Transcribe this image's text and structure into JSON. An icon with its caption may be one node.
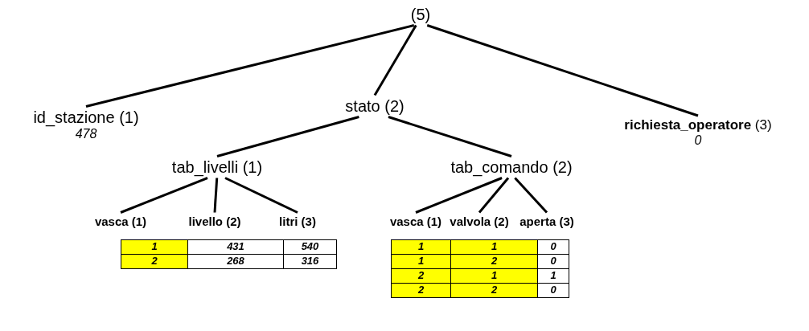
{
  "diagram": {
    "nodes": [
      {
        "text": [
          "(5)"
        ]
      },
      {
        "text": [
          "id_stazione (1)",
          "478"
        ]
      },
      {
        "text": [
          "stato (2)"
        ]
      },
      {
        "text": [
          "**richiesta_operatore** (3)",
          "0"
        ]
      },
      {
        "text": [
          "tab_livelli (1)"
        ]
      },
      {
        "text": [
          "tab_comando (2)"
        ]
      },
      {
        "text": [
          "vasca (1)"
        ]
      },
      {
        "text": [
          "livello (2)"
        ]
      },
      {
        "text": [
          "litri (3)"
        ]
      },
      {
        "text": [
          "vasca (1)"
        ]
      },
      {
        "text": [
          "valvola (2)"
        ]
      },
      {
        "text": [
          "aperta (3)"
        ]
      }
    ],
    "edges": [
      {
        "from": 0,
        "to": 1,
        "arrow": "none"
      },
      {
        "from": 0,
        "to": 2,
        "arrow": "none"
      },
      {
        "from": 0,
        "to": 3,
        "arrow": "none"
      },
      {
        "from": 2,
        "to": 4,
        "arrow": "none"
      },
      {
        "from": 2,
        "to": 5,
        "arrow": "none"
      },
      {
        "from": 4,
        "to": 6,
        "arrow": "none"
      },
      {
        "from": 4,
        "to": 7,
        "arrow": "none"
      },
      {
        "from": 4,
        "to": 8,
        "arrow": "none"
      },
      {
        "from": 5,
        "to": 9,
        "arrow": "none"
      },
      {
        "from": 5,
        "to": 10,
        "arrow": "none"
      },
      {
        "from": 5,
        "to": 11,
        "arrow": "none"
      }
    ],
    "labels": [
      "1",
      "431",
      "540",
      "2",
      "268",
      "316",
      "1",
      "1",
      "0",
      "1",
      "2",
      "0",
      "2",
      "1",
      "1",
      "2",
      "2",
      "0"
    ]
  }
}
